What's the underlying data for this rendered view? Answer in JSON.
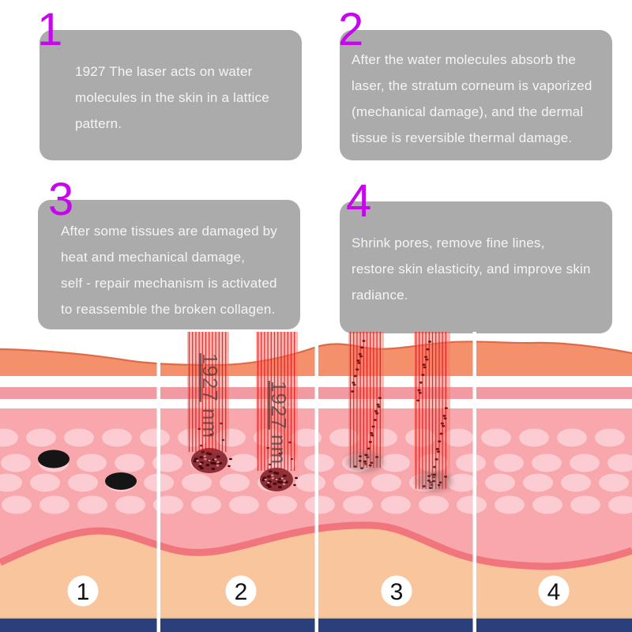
{
  "steps": [
    {
      "number": "1",
      "lines": [
        "1927 The laser acts on water",
        "molecules in the skin in a lattice",
        "pattern."
      ]
    },
    {
      "number": "2",
      "lines": [
        "After the water molecules absorb the",
        "laser, the stratum corneum is vaporized",
        "(mechanical damage), and the dermal",
        "tissue is reversible thermal damage."
      ]
    },
    {
      "number": "3",
      "lines": [
        "After some tissues are damaged by",
        "heat and mechanical damage,",
        "self - repair mechanism is activated",
        "to reassemble the broken collagen."
      ]
    },
    {
      "number": "4",
      "lines": [
        "Shrink pores, remove fine lines,",
        "restore skin elasticity, and improve skin",
        "radiance."
      ]
    }
  ],
  "illustration": {
    "laser_label_value": "1927",
    "laser_label_unit": "nm",
    "panel_labels": [
      "1",
      "2",
      "3",
      "4"
    ],
    "colors": {
      "step_number_accent": "#C606EC",
      "card_background": "#ABABAB",
      "card_text": "#F5F5F5",
      "laser_beam_red": "#CE1212",
      "epidermis_surface": "#F5906C",
      "epidermis_outline": "#DE6A47",
      "dermis_band": "#F29AA1",
      "dermis": "#F8A7AC",
      "collagen_ellipse": "#FBCDD3",
      "pigment_spot": "#151515",
      "vaporized_tissue": "#8C2F36",
      "subcutis_peach": "#F9C59C",
      "base_bar_navy": "#2B3F7D"
    }
  }
}
